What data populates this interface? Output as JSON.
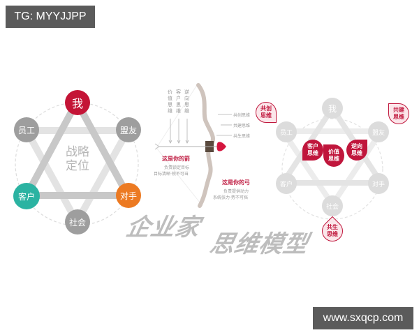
{
  "watermarks": {
    "top_left": "TG: MYYJJPP",
    "bottom_right": "www.sxqcp.com"
  },
  "left_diagram": {
    "center_label_line1": "战略",
    "center_label_line2": "定位",
    "nodes": [
      {
        "id": "me",
        "label": "我",
        "color": "#c41436"
      },
      {
        "id": "ally",
        "label": "盟友",
        "color": "#9e9e9e"
      },
      {
        "id": "rival",
        "label": "对手",
        "color": "#ec7a22"
      },
      {
        "id": "society",
        "label": "社会",
        "color": "#9e9e9e"
      },
      {
        "id": "customer",
        "label": "客户",
        "color": "#2bb3a2"
      },
      {
        "id": "employee",
        "label": "员工",
        "color": "#9e9e9e"
      }
    ]
  },
  "middle_diagram": {
    "arrow_labels": [
      {
        "chars": [
          "价",
          "值",
          "思",
          "维"
        ]
      },
      {
        "chars": [
          "客",
          "户",
          "思",
          "维"
        ]
      },
      {
        "chars": [
          "逆",
          "向",
          "思",
          "维"
        ]
      }
    ],
    "bow_labels": [
      "共创思维",
      "共建思维",
      "共生思维"
    ],
    "arrow_title": "这是你的箭",
    "arrow_desc_1": "负责锁定目标",
    "arrow_desc_2": "目标清晰·锐不可当",
    "bow_title": "这是你的弓",
    "bow_desc_1": "负责提供动力",
    "bow_desc_2": "系统张力·势不可挡"
  },
  "right_diagram": {
    "nodes": [
      {
        "id": "me",
        "label": "我"
      },
      {
        "id": "ally",
        "label": "盟友"
      },
      {
        "id": "rival",
        "label": "对手"
      },
      {
        "id": "society",
        "label": "社会"
      },
      {
        "id": "customer",
        "label": "客户"
      },
      {
        "id": "employee",
        "label": "员工"
      }
    ],
    "inner_drops": [
      {
        "line1": "客户",
        "line2": "思维"
      },
      {
        "line1": "价值",
        "line2": "思维"
      },
      {
        "line1": "逆向",
        "line2": "思维"
      }
    ],
    "outer_drops": [
      {
        "line1": "共创",
        "line2": "思维"
      },
      {
        "line1": "共建",
        "line2": "思维"
      },
      {
        "line1": "共生",
        "line2": "思维"
      }
    ],
    "accent_color": "#c0163c"
  },
  "title": {
    "line1": "企业家",
    "line2": "思维模型"
  }
}
